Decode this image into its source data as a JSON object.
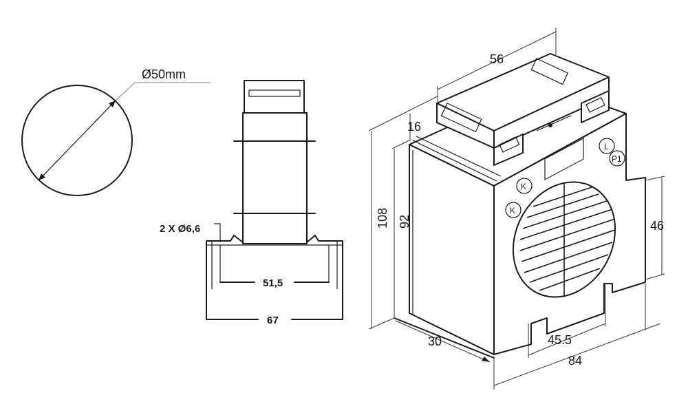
{
  "circle_view": {
    "diameter_label": "Ø50mm"
  },
  "side_view": {
    "holes_label": "2 X Ø6,6",
    "inner_width_label": "51,5",
    "outer_width_label": "67"
  },
  "iso_view": {
    "width_top_label": "56",
    "depth_top_label": "16",
    "height_label": "108",
    "inner_height_label": "92",
    "window_height_label": "46",
    "slot_spacing_label": "45.5",
    "depth_bottom_label": "30",
    "base_width_label": "84",
    "terminal_marks": [
      "K",
      "K",
      "L",
      "P1"
    ]
  }
}
